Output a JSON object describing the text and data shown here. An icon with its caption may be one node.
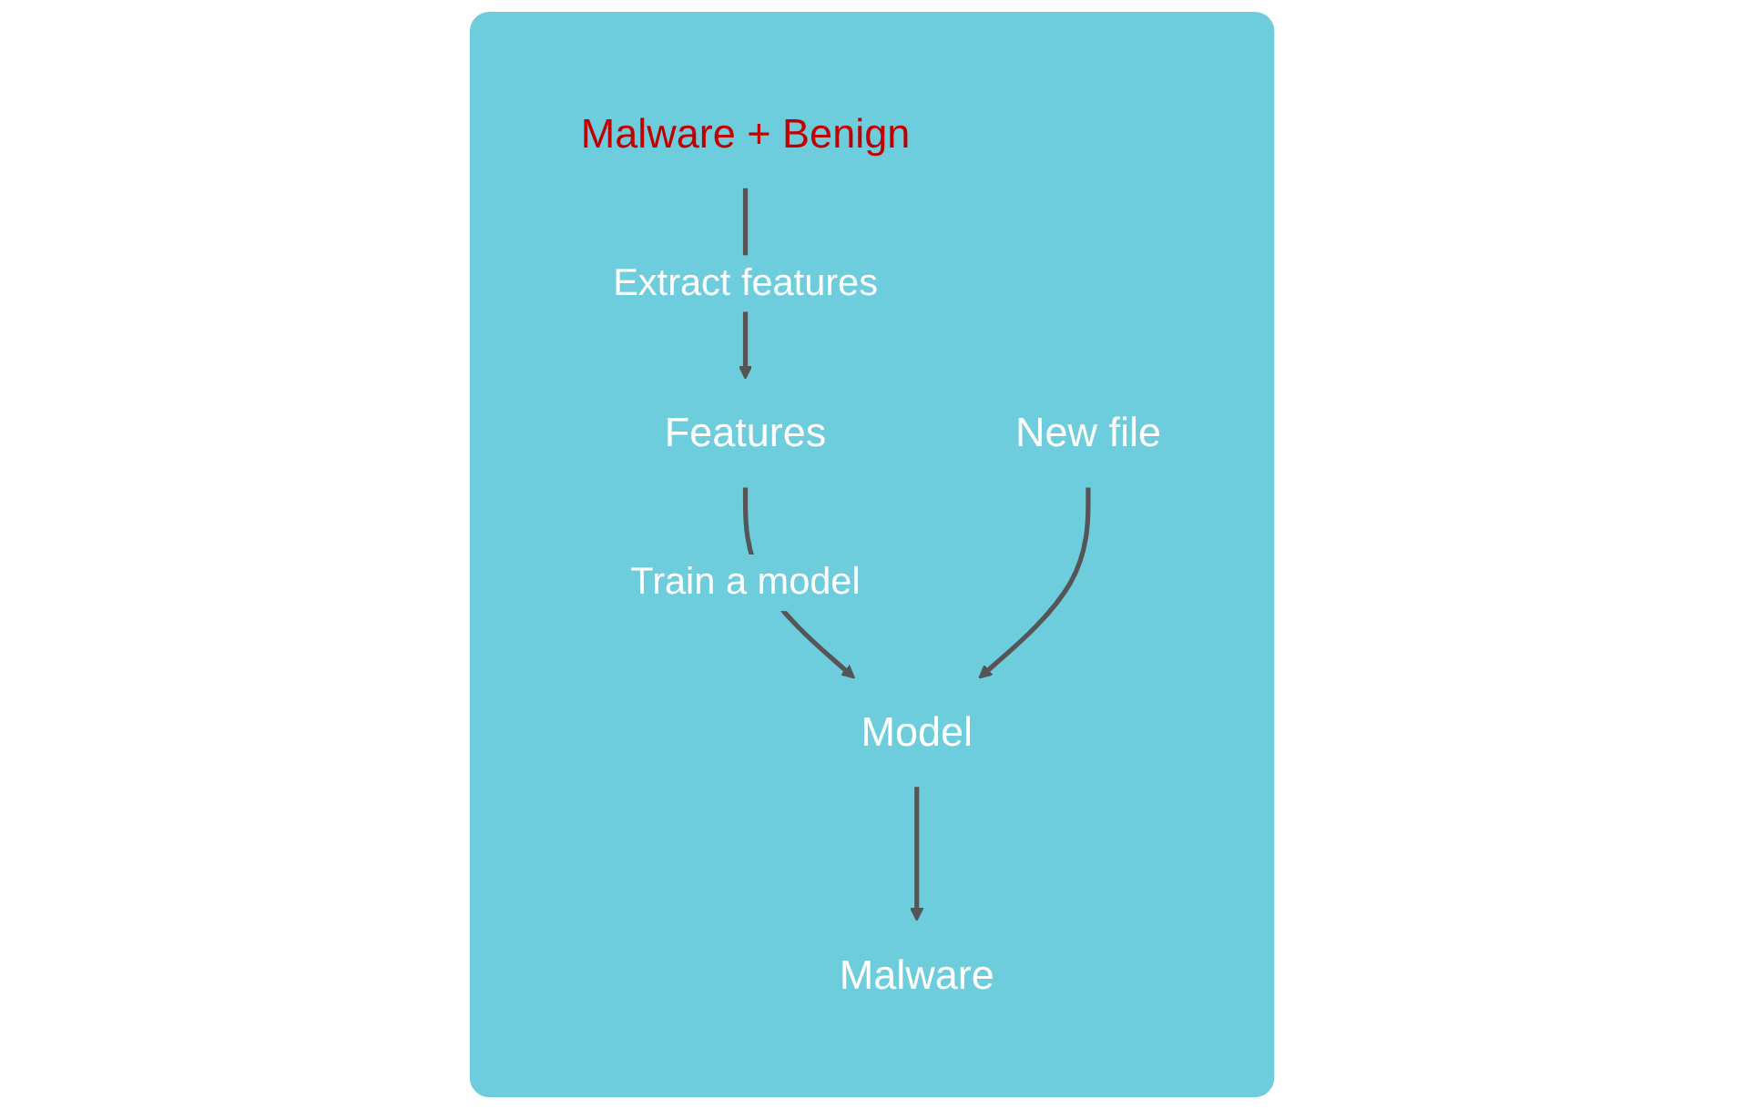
{
  "diagram": {
    "nodes": [
      {
        "text": [],
        "shape": "box"
      },
      {
        "text": [
          "Malware + Benign"
        ],
        "in": 0
      },
      {
        "text": [
          "Features"
        ],
        "in": 0
      },
      {
        "text": [
          "Model"
        ],
        "in": 0
      },
      {
        "text": [
          "New file"
        ],
        "in": 0
      },
      {
        "text": [
          "Malware"
        ],
        "in": 0
      }
    ],
    "edges": [
      {
        "from": 1,
        "to": 2,
        "arrow": "to",
        "label": "Extract features"
      },
      {
        "from": 2,
        "to": 3,
        "arrow": "to",
        "label": "Train a model"
      },
      {
        "from": 4,
        "to": 3,
        "arrow": "to"
      },
      {
        "from": 3,
        "to": 5,
        "arrow": "to"
      }
    ]
  }
}
